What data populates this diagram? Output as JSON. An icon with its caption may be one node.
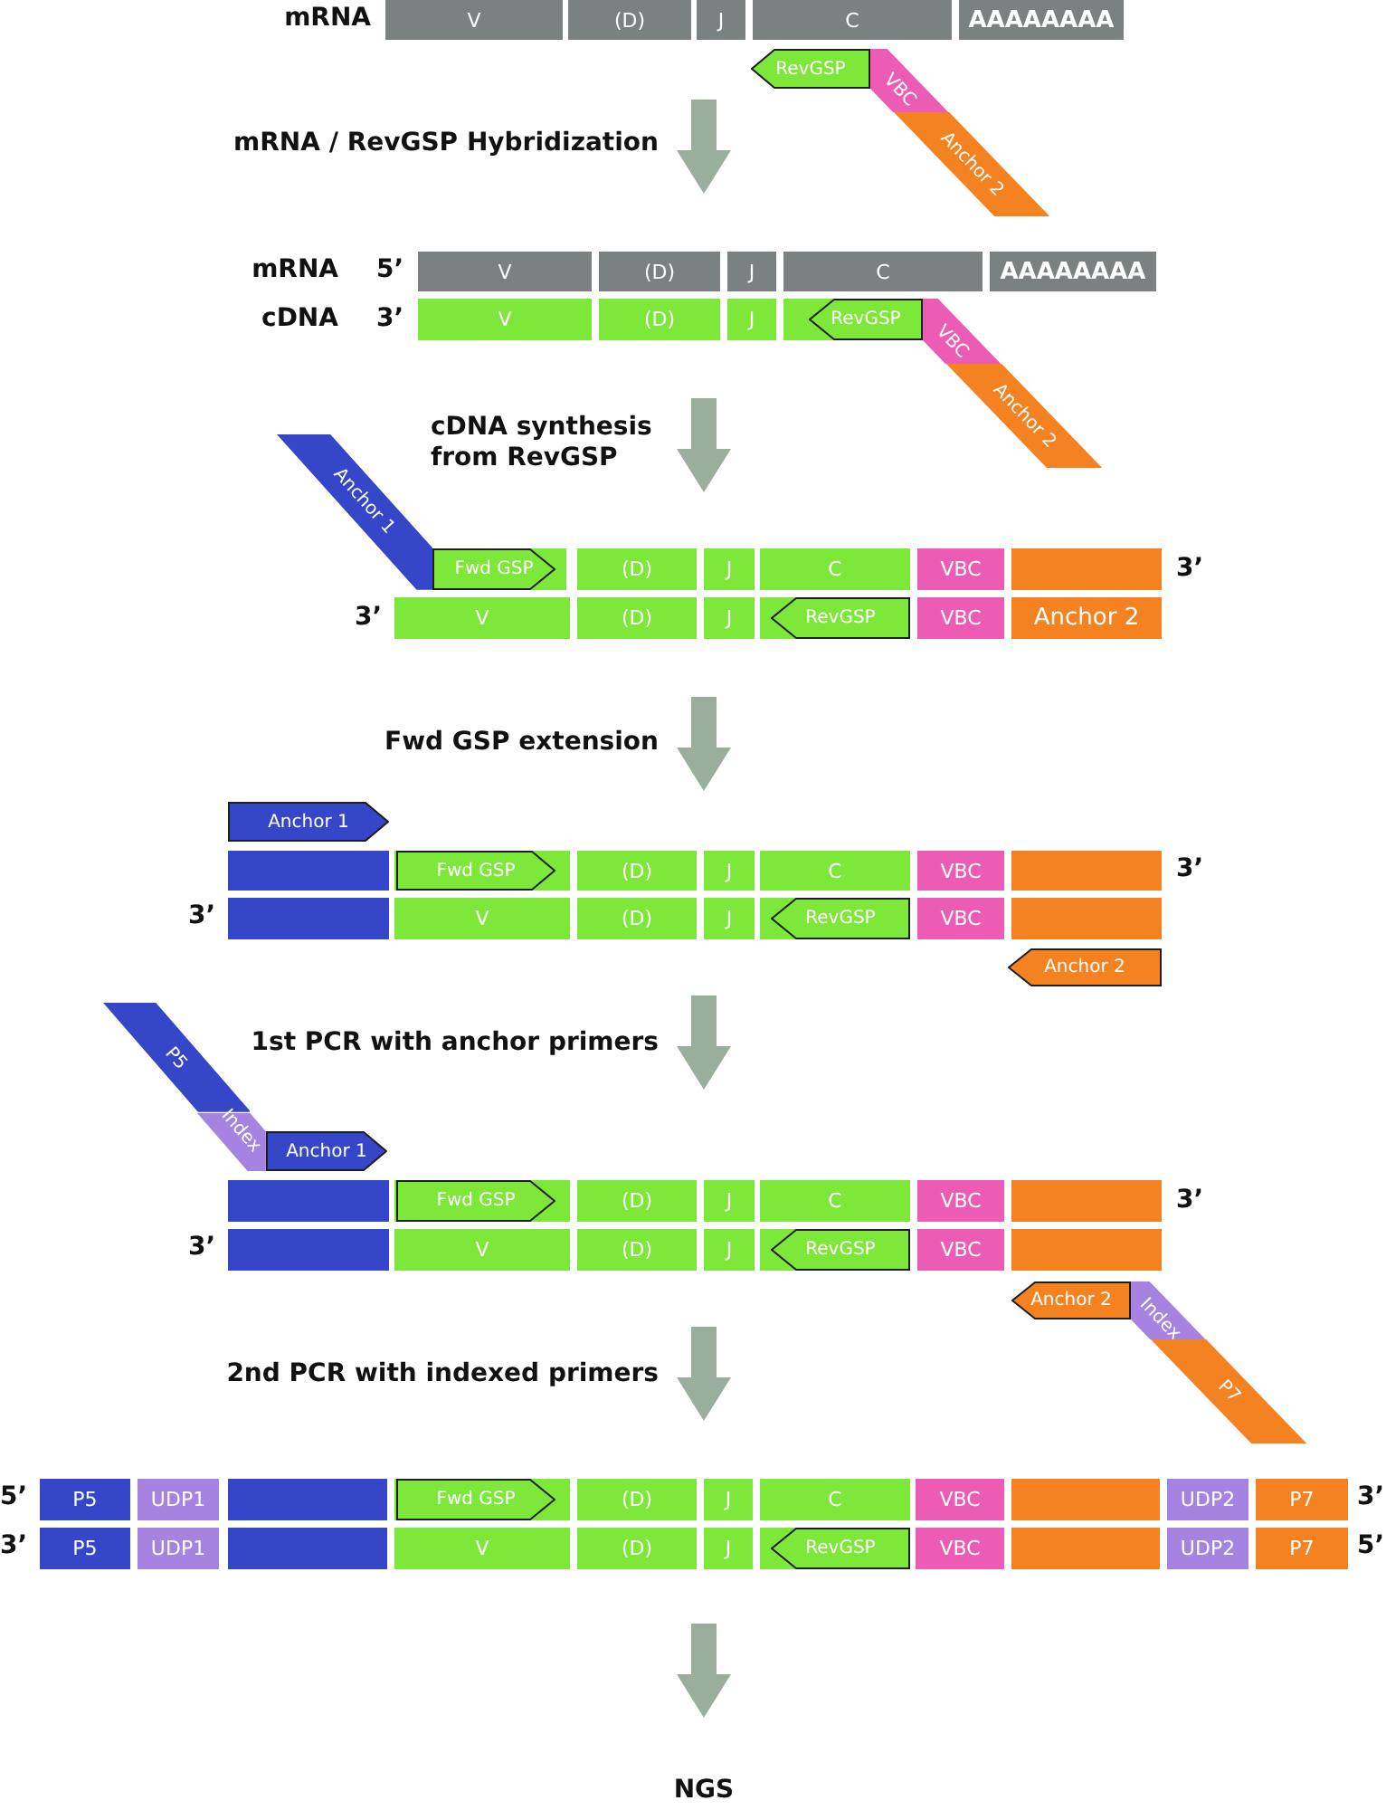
{
  "diagram": {
    "nodes": [
      {
        "text": [
          "V"
        ]
      },
      {
        "text": [
          "(D)"
        ]
      },
      {
        "text": [
          "J"
        ]
      },
      {
        "text": [
          "C"
        ]
      },
      {
        "text": [
          "AAAAAAAA"
        ]
      },
      {
        "text": [
          "RevGSP"
        ]
      },
      {
        "text": [
          "VBC"
        ]
      },
      {
        "text": [
          "Anchor 2"
        ]
      },
      {
        "text": [
          "V"
        ]
      },
      {
        "text": [
          "(D)"
        ]
      },
      {
        "text": [
          "J"
        ]
      },
      {
        "text": [
          "C"
        ]
      },
      {
        "text": [
          "AAAAAAAA"
        ]
      },
      {
        "text": [
          "V"
        ]
      },
      {
        "text": [
          "(D)"
        ]
      },
      {
        "text": [
          "J"
        ]
      },
      {
        "text": [],
        "shape": "box"
      },
      {
        "text": [
          "RevGSP"
        ],
        "in": 16
      },
      {
        "text": [
          "VBC"
        ]
      },
      {
        "text": [
          "Anchor 2"
        ]
      },
      {
        "text": [
          "Anchor 1"
        ]
      },
      {
        "text": [],
        "shape": "box"
      },
      {
        "text": [
          "Fwd GSP"
        ],
        "in": 21
      },
      {
        "text": [
          "(D)"
        ]
      },
      {
        "text": [
          "J"
        ]
      },
      {
        "text": [
          "C"
        ]
      },
      {
        "text": [
          "VBC"
        ]
      },
      {
        "text": [],
        "shape": "box"
      },
      {
        "text": [
          "V"
        ]
      },
      {
        "text": [
          "(D)"
        ]
      },
      {
        "text": [
          "J"
        ]
      },
      {
        "text": [],
        "shape": "box"
      },
      {
        "text": [
          "RevGSP"
        ],
        "in": 31
      },
      {
        "text": [
          "VBC"
        ]
      },
      {
        "text": [
          "Anchor 2"
        ]
      },
      {
        "text": [
          "Anchor 1"
        ]
      },
      {
        "text": [],
        "shape": "box"
      },
      {
        "text": [],
        "shape": "box"
      },
      {
        "text": [
          "Fwd GSP"
        ],
        "in": 37
      },
      {
        "text": [
          "(D)"
        ]
      },
      {
        "text": [
          "J"
        ]
      },
      {
        "text": [
          "C"
        ]
      },
      {
        "text": [
          "VBC"
        ]
      },
      {
        "text": [],
        "shape": "box"
      },
      {
        "text": [],
        "shape": "box"
      },
      {
        "text": [
          "V"
        ]
      },
      {
        "text": [
          "(D)"
        ]
      },
      {
        "text": [
          "J"
        ]
      },
      {
        "text": [],
        "shape": "box"
      },
      {
        "text": [
          "RevGSP"
        ],
        "in": 48
      },
      {
        "text": [
          "VBC"
        ]
      },
      {
        "text": [],
        "shape": "box"
      },
      {
        "text": [
          "Anchor 2"
        ]
      },
      {
        "text": [
          "P5"
        ]
      },
      {
        "text": [
          "Index"
        ]
      },
      {
        "text": [
          "Anchor 1"
        ]
      },
      {
        "text": [],
        "shape": "box"
      },
      {
        "text": [],
        "shape": "box"
      },
      {
        "text": [
          "Fwd GSP"
        ],
        "in": 57
      },
      {
        "text": [
          "(D)"
        ]
      },
      {
        "text": [
          "J"
        ]
      },
      {
        "text": [
          "C"
        ]
      },
      {
        "text": [
          "VBC"
        ]
      },
      {
        "text": [],
        "shape": "box"
      },
      {
        "text": [],
        "shape": "box"
      },
      {
        "text": [
          "V"
        ]
      },
      {
        "text": [
          "(D)"
        ]
      },
      {
        "text": [
          "J"
        ]
      },
      {
        "text": [],
        "shape": "box"
      },
      {
        "text": [
          "RevGSP"
        ],
        "in": 68
      },
      {
        "text": [
          "VBC"
        ]
      },
      {
        "text": [],
        "shape": "box"
      },
      {
        "text": [
          "Anchor 2"
        ]
      },
      {
        "text": [
          "Index"
        ]
      },
      {
        "text": [
          "P7"
        ]
      },
      {
        "text": [
          "P5"
        ]
      },
      {
        "text": [
          "UDP1"
        ]
      },
      {
        "text": [],
        "shape": "box"
      },
      {
        "text": [],
        "shape": "box"
      },
      {
        "text": [
          "Fwd GSP"
        ],
        "in": 78
      },
      {
        "text": [
          "(D)"
        ]
      },
      {
        "text": [
          "J"
        ]
      },
      {
        "text": [
          "C"
        ]
      },
      {
        "text": [
          "VBC"
        ]
      },
      {
        "text": [],
        "shape": "box"
      },
      {
        "text": [
          "UDP2"
        ]
      },
      {
        "text": [
          "P7"
        ]
      },
      {
        "text": [
          "P5"
        ]
      },
      {
        "text": [
          "UDP1"
        ]
      },
      {
        "text": [],
        "shape": "box"
      },
      {
        "text": [
          "V"
        ]
      },
      {
        "text": [
          "(D)"
        ]
      },
      {
        "text": [
          "J"
        ]
      },
      {
        "text": [],
        "shape": "box"
      },
      {
        "text": [
          "RevGSP"
        ],
        "in": 93
      },
      {
        "text": [
          "VBC"
        ]
      },
      {
        "text": [],
        "shape": "box"
      },
      {
        "text": [
          "UDP2"
        ]
      },
      {
        "text": [
          "P7"
        ]
      }
    ],
    "labels": [
      "mRNA",
      "mRNA / RevGSP Hybridization",
      "mRNA",
      "5’",
      "cDNA",
      "3’",
      "cDNA synthesis from RevGSP",
      "3’",
      "3’",
      "Fwd GSP extension",
      "3’",
      "3’",
      "1st PCR with anchor primers",
      "3’",
      "3’",
      "2nd PCR with indexed primers",
      "5’",
      "3’",
      "3’",
      "5’",
      "NGS"
    ]
  }
}
